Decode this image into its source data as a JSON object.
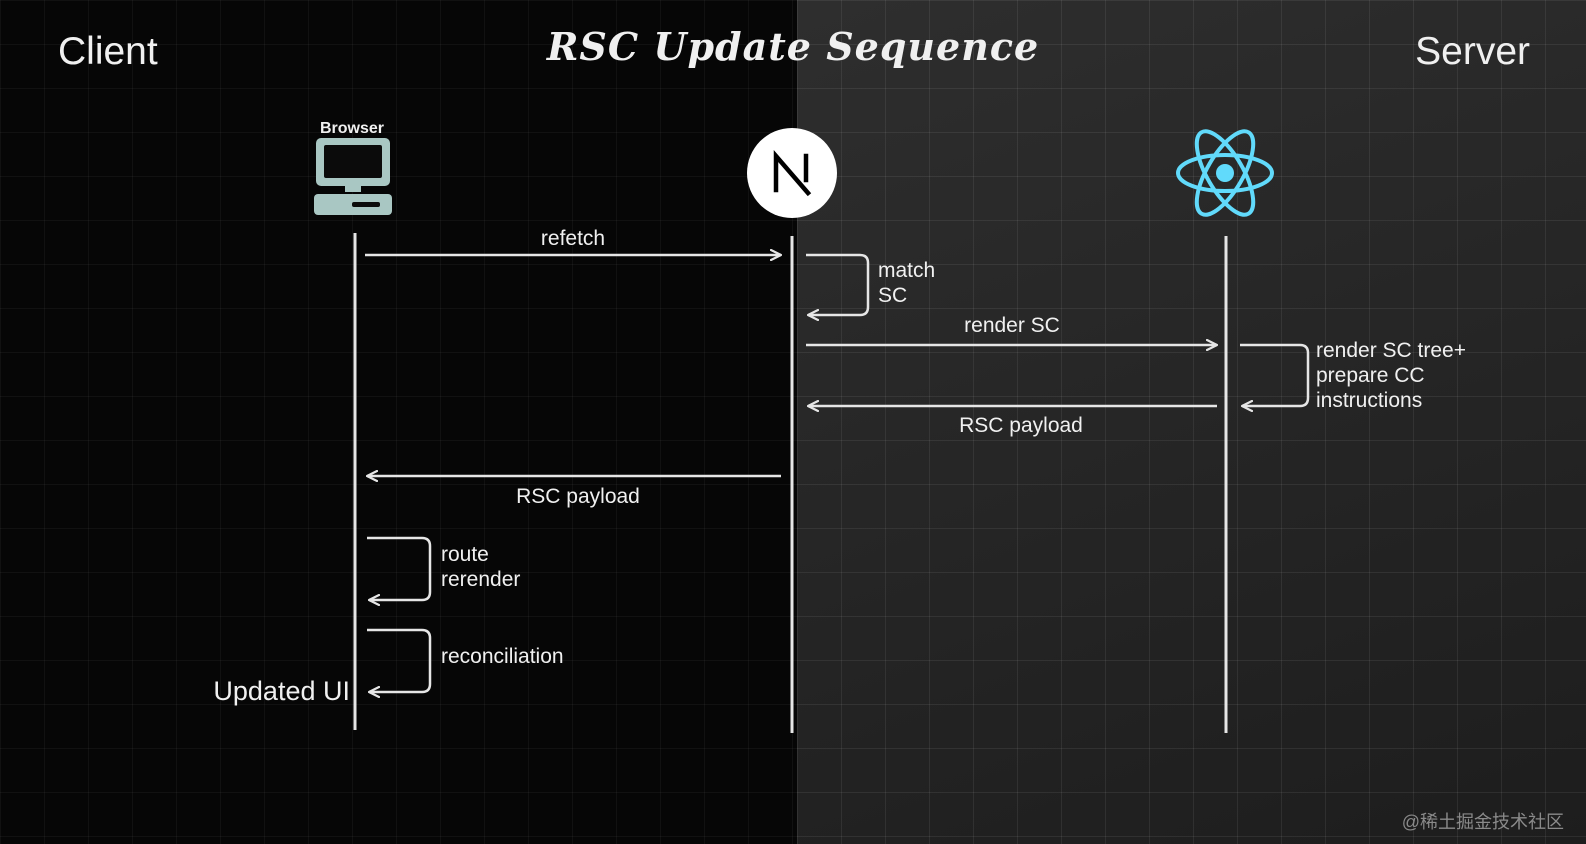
{
  "title": "RSC Update Sequence",
  "client_label": "Client",
  "server_label": "Server",
  "actors": {
    "browser": {
      "label": "Browser",
      "icon": "computer-icon"
    },
    "nextjs": {
      "icon": "nextjs-logo-icon"
    },
    "react": {
      "icon": "react-logo-icon"
    }
  },
  "messages": {
    "refetch": "refetch",
    "match_sc_1": "match",
    "match_sc_2": "SC",
    "render_sc": "render SC",
    "render_tree_1": "render SC tree+",
    "render_tree_2": "prepare CC",
    "render_tree_3": "instructions",
    "rsc_payload_server": "RSC payload",
    "rsc_payload_client": "RSC payload",
    "route_rerender_1": "route",
    "route_rerender_2": "rerender",
    "reconciliation": "reconciliation",
    "updated_ui": "Updated UI"
  },
  "colors": {
    "line": "#e6e6e6",
    "monitor": "#a9c7c3",
    "react": "#61dafb",
    "client_bg": "#060606",
    "server_bg": "#262626"
  },
  "watermark": "@稀土掘金技术社区"
}
